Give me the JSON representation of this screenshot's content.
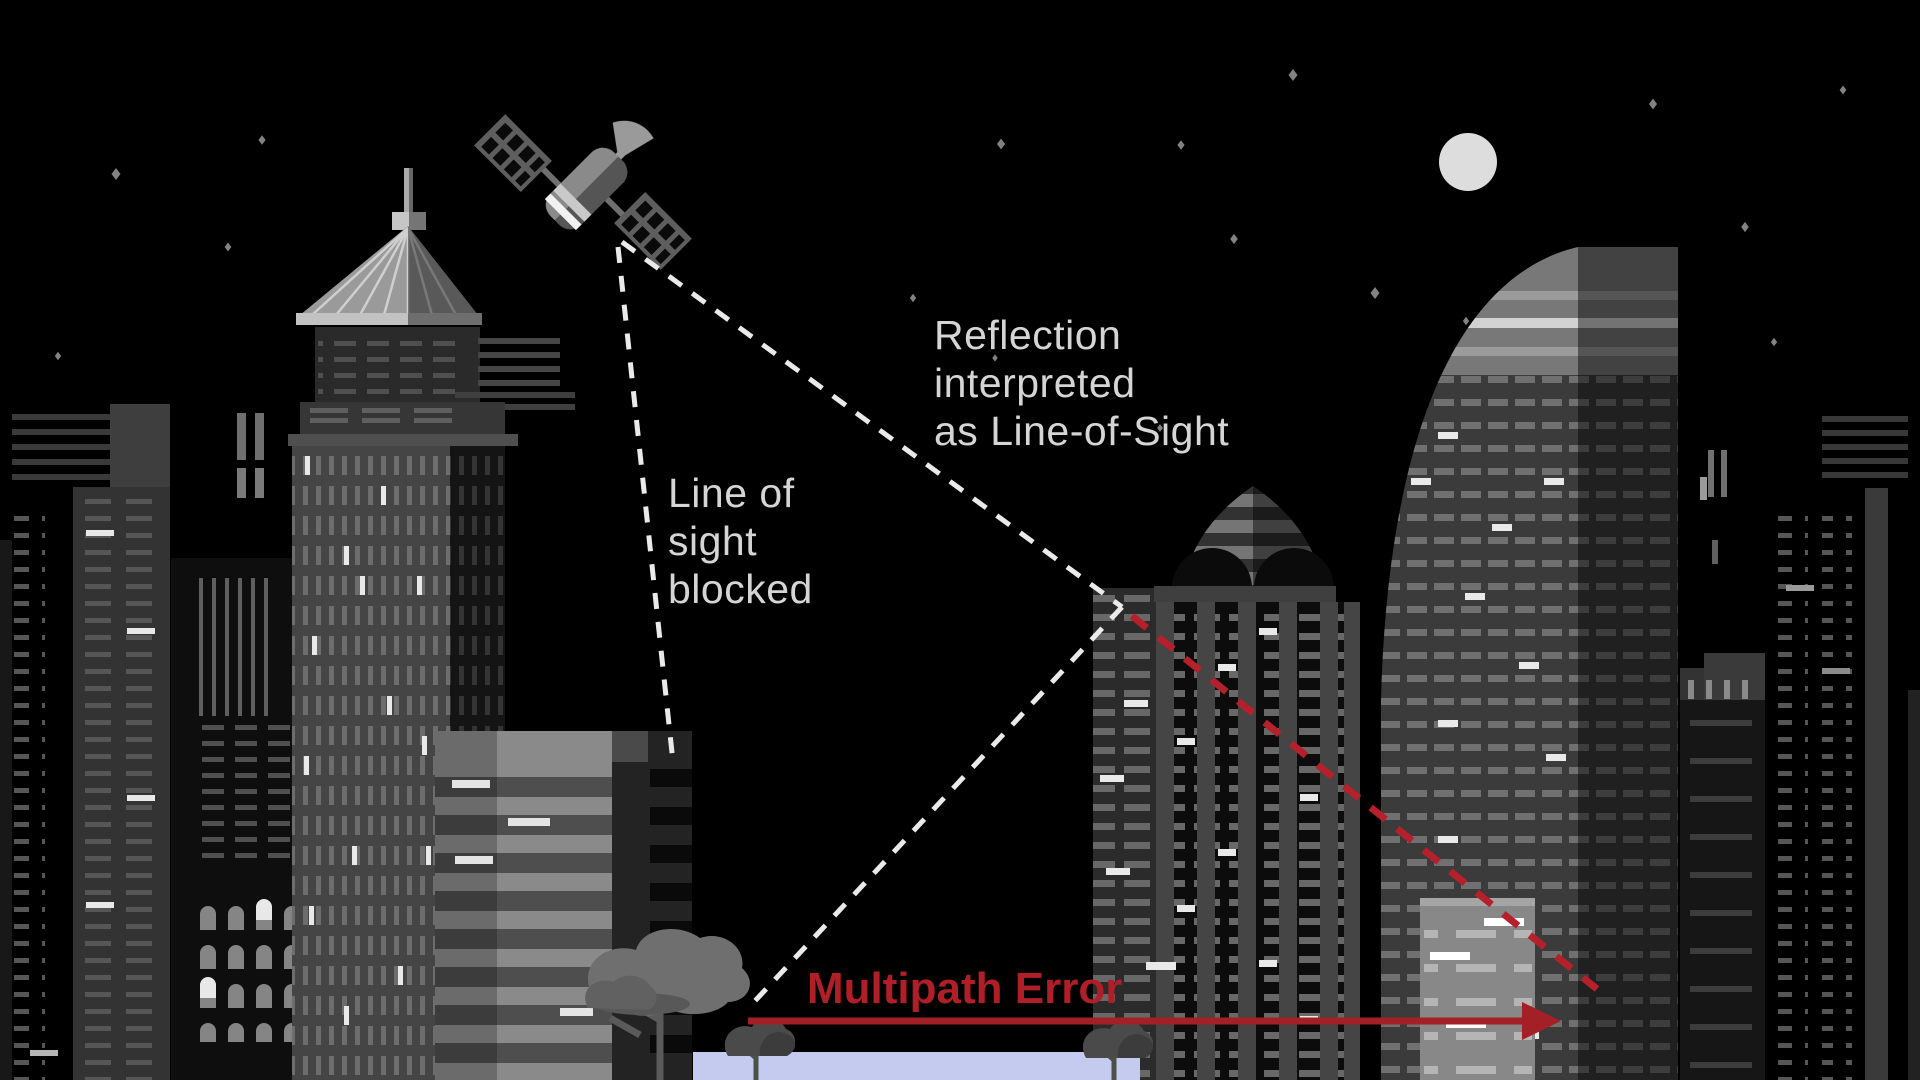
{
  "labels": {
    "line_of_sight_blocked": "Line of\nsight\nblocked",
    "reflection_interpreted": "Reflection\ninterpreted\nas Line-of-Sight",
    "multipath_error": "Multipath Error"
  },
  "colors": {
    "background": "#000000",
    "label_text": "#d5d5d5",
    "signal_dash_white": "#eaeaea",
    "multipath_text_red": "#b01e27",
    "multipath_arrow_red": "#a32026",
    "reflected_path_red": "#b5202a",
    "moon": "#dddddd",
    "road": "#c4cbef"
  },
  "icons": {
    "satellite": "satellite-icon",
    "moon": "moon-icon",
    "star": "star-icon",
    "tree": "tree-icon"
  }
}
